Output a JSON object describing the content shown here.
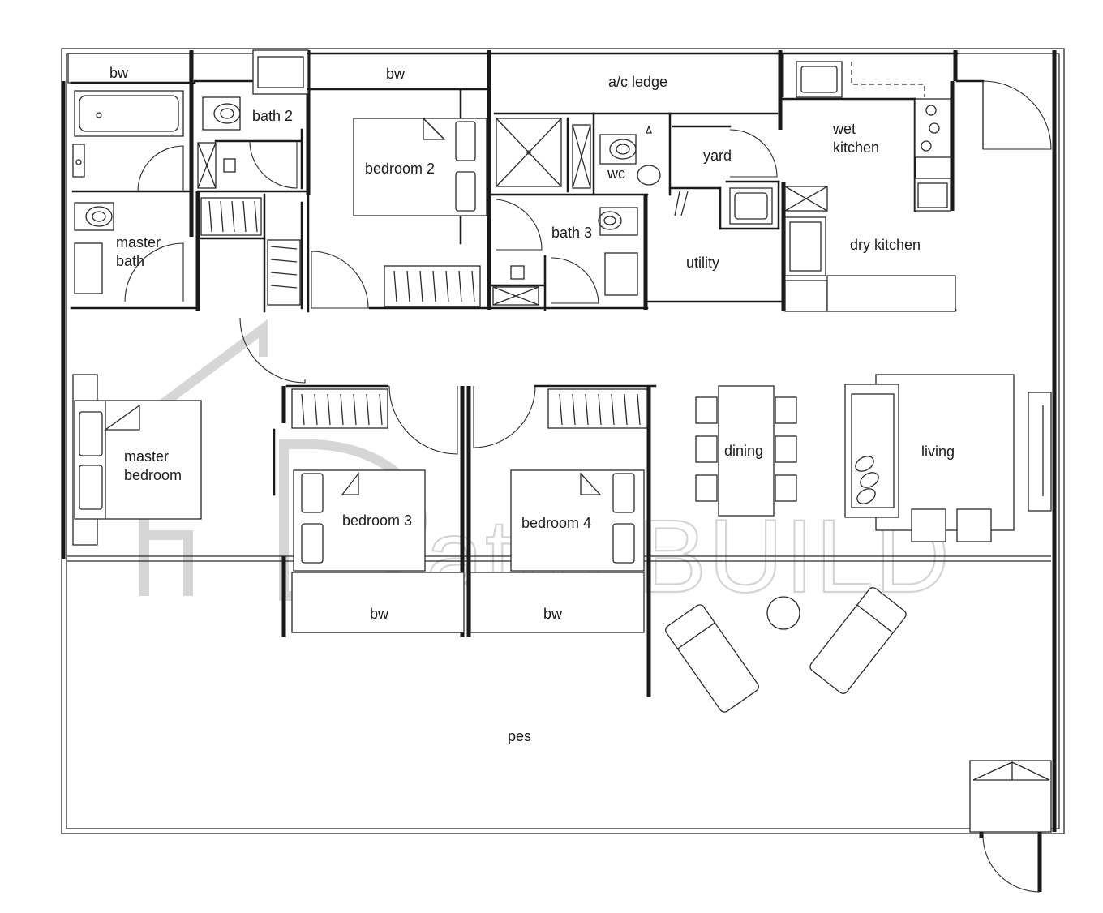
{
  "watermark": {
    "text": "attri.BUILD"
  },
  "rooms": {
    "bw_master": "bw",
    "bw_bed2": "bw",
    "ac_ledge": "a/c ledge",
    "bath2": "bath 2",
    "bedroom2": "bedroom 2",
    "wc": "wc",
    "yard": "yard",
    "wet_kitchen_1": "wet",
    "wet_kitchen_2": "kitchen",
    "master_bath_1": "master",
    "master_bath_2": "bath",
    "bath3": "bath 3",
    "utility": "utility",
    "dry_kitchen": "dry kitchen",
    "master_bedroom_1": "master",
    "master_bedroom_2": "bedroom",
    "bedroom3": "bedroom 3",
    "bedroom4": "bedroom 4",
    "dining": "dining",
    "living": "living",
    "bw_bed3": "bw",
    "bw_bed4": "bw",
    "pes": "pes"
  }
}
